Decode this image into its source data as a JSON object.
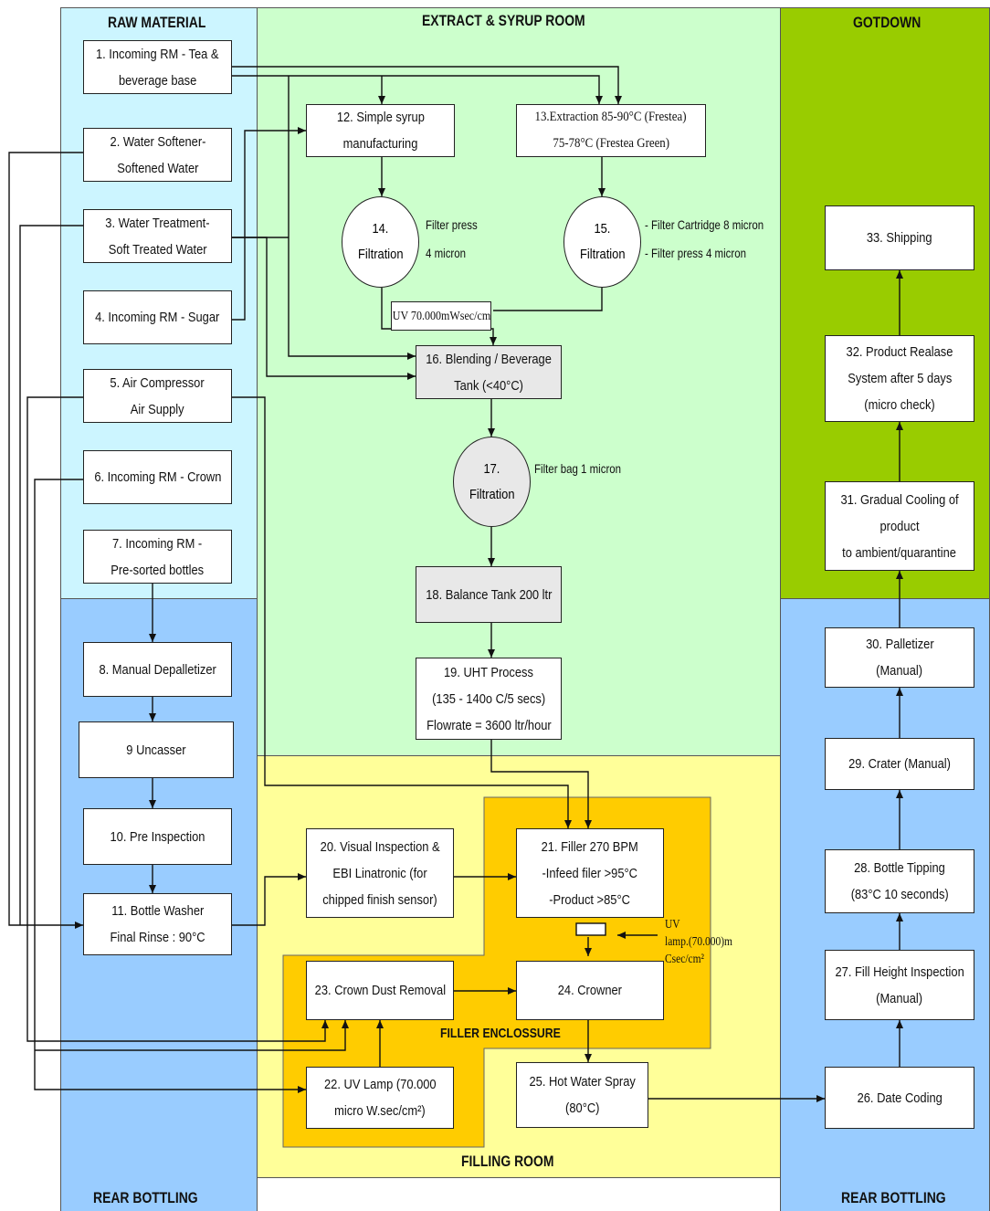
{
  "zones": {
    "raw_material": "RAW MATERIAL",
    "extract_syrup": "EXTRACT & SYRUP ROOM",
    "gotdown": "GOTDOWN",
    "filling_room": "FILLING ROOM",
    "filler_enclosure": "FILLER ENCLOSSURE",
    "rear_bottling_left": "REAR BOTTLING",
    "rear_bottling_right": "REAR BOTTLING"
  },
  "steps": {
    "s1": [
      "1. Incoming RM - Tea &",
      "beverage base"
    ],
    "s2": [
      "2. Water Softener-",
      "Softened Water"
    ],
    "s3": [
      "3. Water Treatment-",
      "Soft Treated  Water"
    ],
    "s4": [
      "4. Incoming RM - Sugar"
    ],
    "s5": [
      "5. Air Compressor",
      "Air Supply"
    ],
    "s6": [
      "6. Incoming RM - Crown"
    ],
    "s7": [
      "7. Incoming RM -",
      "Pre-sorted bottles"
    ],
    "s8": [
      "8. Manual Depalletizer"
    ],
    "s9": [
      "9 Uncasser"
    ],
    "s10": [
      "10. Pre Inspection"
    ],
    "s11": [
      "11. Bottle Washer",
      "Final Rinse : 90°C"
    ],
    "s12": [
      "12. Simple syrup",
      "manufacturing"
    ],
    "s13": [
      "13.Extraction 85-90°C (Frestea)",
      "75-78°C (Frestea Green)"
    ],
    "s14": [
      "14.",
      "Filtration"
    ],
    "s15": [
      "15.",
      "Filtration"
    ],
    "s16": [
      "16. Blending / Beverage",
      "Tank (<40°C)"
    ],
    "s17": [
      "17.",
      "Filtration"
    ],
    "s18": [
      "18. Balance Tank 200 ltr"
    ],
    "s19": [
      "19. UHT Process",
      "(135 - 140o C/5 secs)",
      "Flowrate = 3600 ltr/hour"
    ],
    "s20": [
      "20. Visual Inspection &",
      "EBI Linatronic (for",
      "chipped finish sensor)"
    ],
    "s21": [
      "21. Filler 270 BPM",
      "-Infeed filer >95°C",
      "-Product >85°C"
    ],
    "s22": [
      "22. UV Lamp (70.000",
      "micro W.sec/cm²)"
    ],
    "s23": [
      "23. Crown Dust Removal"
    ],
    "s24": [
      "24. Crowner"
    ],
    "s25": [
      "25. Hot Water Spray",
      "(80°C)"
    ],
    "s26": [
      "26. Date Coding"
    ],
    "s27": [
      "27. Fill Height Inspection",
      "(Manual)"
    ],
    "s28": [
      "28. Bottle Tipping",
      "(83°C 10 seconds)"
    ],
    "s29": [
      "29. Crater (Manual)"
    ],
    "s30": [
      "30. Palletizer",
      "(Manual)"
    ],
    "s31": [
      "31. Gradual Cooling of",
      "product",
      "to ambient/quarantine"
    ],
    "s32": [
      "32. Product Realase",
      "System after 5 days",
      "(micro check)"
    ],
    "s33": [
      "33. Shipping"
    ]
  },
  "notes": {
    "n14": [
      "Filter press",
      "4 micron"
    ],
    "n15": [
      "- Filter Cartridge 8 micron",
      "- Filter press 4 micron"
    ],
    "n17": "Filter bag 1 micron",
    "uv_syrup": "UV 70.000mWsec/cm",
    "uv_lamp": [
      "UV",
      "lamp.(70.000)m",
      "Csec/cm²"
    ]
  },
  "colors": {
    "raw_material": "#ccf5ff",
    "extract_syrup": "#ccffcc",
    "gotdown": "#99cc00",
    "filling_room": "#ffff99",
    "rear_bottling": "#99ccff",
    "filler_enclosure": "#ffcc00"
  }
}
